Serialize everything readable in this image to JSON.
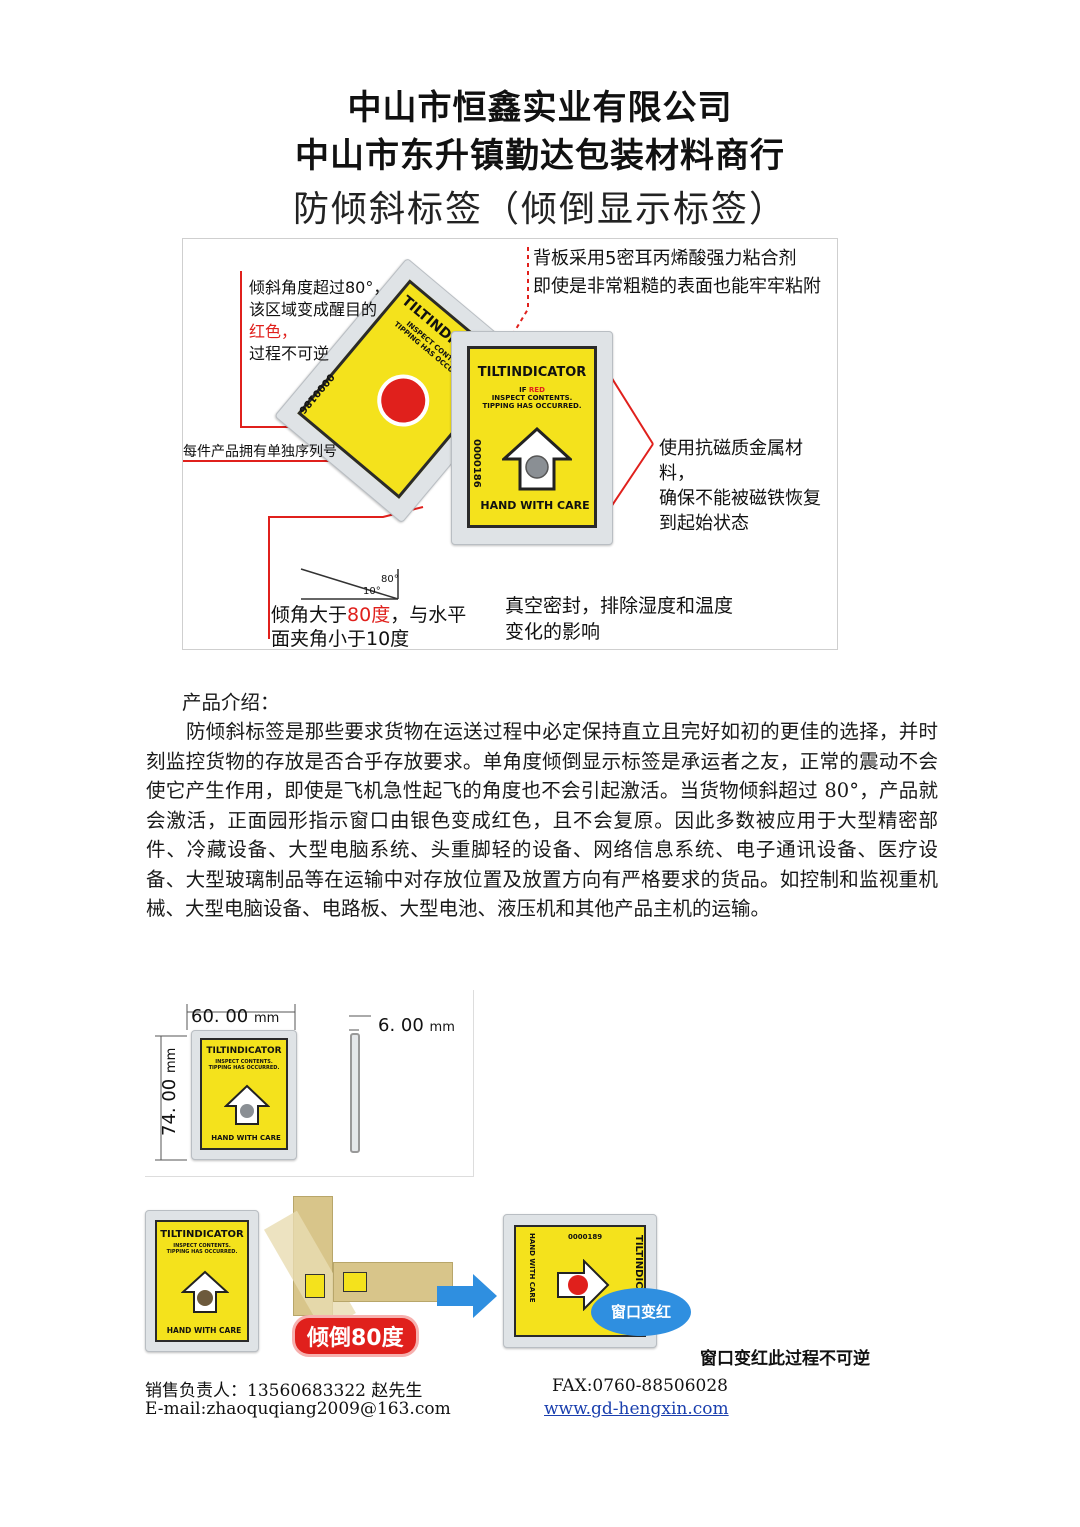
{
  "header": {
    "company1": "中山市恒鑫实业有限公司",
    "company2": "中山市东升镇勤达包装材料商行",
    "product_title": "防倾斜标签（倾倒显示标签）"
  },
  "diagram": {
    "anno_tilt_line1": "倾斜角度超过80°，",
    "anno_tilt_line2": "该区域变成醒目的",
    "anno_tilt_red": "红色，",
    "anno_tilt_line4": "过程不可逆",
    "anno_backing_line1": "背板采用5密耳丙烯酸强力粘合剂",
    "anno_backing_line2": "即使是非常粗糙的表面也能牢牢粘附",
    "anno_serial": "每件产品拥有单独序列号",
    "anno_metal_line1": "使用抗磁质金属材料，",
    "anno_metal_line2": "确保不能被磁铁恢复",
    "anno_metal_line3": "到起始状态",
    "anno_angle_pre": "倾角大于",
    "anno_angle_red": "80度",
    "anno_angle_post": "，与水平",
    "anno_angle_line2": "面夹角小于10度",
    "anno_vacuum_line1": "真空密封，排除湿度和温度",
    "anno_vacuum_line2": "变化的影响",
    "angle_80": "80°",
    "angle_10": "10°"
  },
  "label": {
    "brand": "TILTINDICATOR",
    "if_text": "IF",
    "red_text": "RED",
    "inspect": "INSPECT CONTENTS.",
    "tipping": "TIPPING HAS OCCURRED.",
    "handle": "HAND WITH CARE",
    "serial_a": "0000186",
    "serial_b": "0000189"
  },
  "intro": {
    "heading": "产品介绍：",
    "body": "防倾斜标签是那些要求货物在运送过程中必定保持直立且完好如初的更佳的选择，并时刻监控货物的存放是否合乎存放要求。单角度倾倒显示标签是承运者之友，正常的震动不会使它产生作用，即使是飞机急性起飞的角度也不会引起激活。当货物倾斜超过 80°，产品就会激活，正面园形指示窗口由银色变成红色，且不会复原。因此多数被应用于大型精密部件、冷藏设备、大型电脑系统、头重脚轻的设备、网络信息系统、电子通讯设备、医疗设备、大型玻璃制品等在运输中对存放位置及放置方向有严格要求的货品。如控制和监视重机械、大型电脑设备、电路板、大型电池、液压机和其他产品主机的运输。"
  },
  "dimensions": {
    "width": "60. 00",
    "height": "74. 00",
    "depth": "6. 00",
    "unit": "mm"
  },
  "process": {
    "tilt_badge": "倾倒80度",
    "window_red_badge": "窗口变红",
    "caption": "窗口变红此过程不可逆"
  },
  "footer": {
    "sales": "销售负责人：13560683322  赵先生",
    "fax": "FAX:0760-88506028",
    "email": "E-mail:zhaoquqiang2009@163.com",
    "website": "www.gd-hengxin.com"
  },
  "colors": {
    "label_yellow": "#f4e21c",
    "indicator_red": "#e0201c",
    "arrow_blue": "#2f8fe0"
  }
}
